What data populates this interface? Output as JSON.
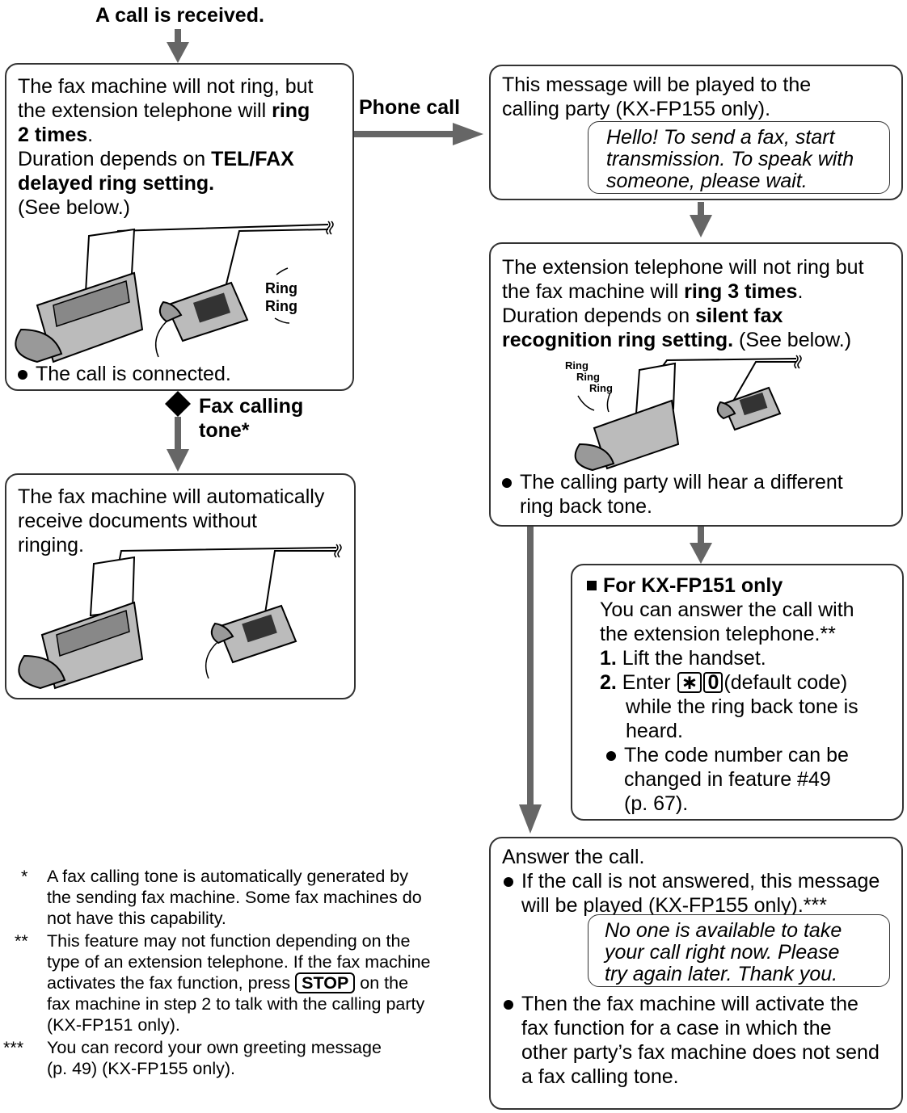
{
  "start_label": "A call is received.",
  "box_a": {
    "line1": "The fax machine will not ring, but",
    "line2a": "the extension telephone will ",
    "line2b": "ring",
    "line3a": "2 times",
    "line3b": ".",
    "line4": "Duration depends on ",
    "line4b": "TEL/FAX",
    "line5": "delayed ring setting.",
    "line6": "(See below.)",
    "ring1": "Ring",
    "ring2": "Ring",
    "bullet": "The call is connected."
  },
  "branch_phone": "Phone call",
  "branch_fax_1": "Fax calling",
  "branch_fax_2": "tone*",
  "box_b": {
    "line1": "The fax machine will automatically",
    "line2": "receive documents without",
    "line3": "ringing."
  },
  "box_c": {
    "line1": "This message will be played to the",
    "line2": "calling party (KX-FP155 only).",
    "msg1": "Hello! To send a fax, start",
    "msg2": "transmission. To speak with",
    "msg3": "someone, please wait."
  },
  "box_d": {
    "line1": "The extension telephone will not ring but",
    "line2a": "the fax machine will ",
    "line2b": "ring 3 times",
    "line2c": ".",
    "line3a": "Duration depends on ",
    "line3b": "silent fax",
    "line4a": "recognition ring setting.",
    "line4b": " (See below.)",
    "ring1": "Ring",
    "ring2": "Ring",
    "ring3": "Ring",
    "bullet1": "The calling party will hear a different",
    "bullet2": "ring back tone."
  },
  "box_e": {
    "title": "For KX-FP151 only",
    "line1": "You can answer the call with",
    "line2": "the extension telephone.**",
    "step1_num": "1.",
    "step1": " Lift the handset.",
    "step2_num": "2.",
    "step2a": " Enter ",
    "key_star": "∗",
    "key_zero": "0",
    "step2b": "(default code)",
    "step2c": "while the ring back tone is",
    "step2d": "heard.",
    "bullet1": "The code number can be",
    "bullet2": "changed in feature #49",
    "bullet3": "(p. 67)."
  },
  "box_f": {
    "line1": "Answer the call.",
    "bullet1a": "If the call is not answered, this message",
    "bullet1b": "will be played (KX-FP155 only).***",
    "msg1": "No one is available to take",
    "msg2": "your call right now. Please",
    "msg3": "try again later. Thank you.",
    "bullet2a": "Then the fax machine will activate the",
    "bullet2b": "fax function for a case in which the",
    "bullet2c": "other party’s fax machine does not send",
    "bullet2d": "a fax calling tone."
  },
  "footnotes": {
    "fn1_mark": "*",
    "fn1_l1": "A fax calling tone is automatically generated by",
    "fn1_l2": "the sending fax machine. Some fax machines do",
    "fn1_l3": "not have this capability.",
    "fn2_mark": "**",
    "fn2_l1": "This feature may not function depending on the",
    "fn2_l2": "type of an extension telephone. If the fax machine",
    "fn2_l3a": "activates the fax function, press ",
    "fn2_key": "STOP",
    "fn2_l3b": " on the",
    "fn2_l4": "fax machine in step 2 to talk with the calling party",
    "fn2_l5": "(KX-FP151 only).",
    "fn3_mark": "***",
    "fn3_l1": "You can record your own greeting message",
    "fn3_l2": "(p. 49) (KX-FP155 only)."
  },
  "colors": {
    "arrow": "#666666",
    "border": "#333333",
    "ink": "#000000"
  }
}
